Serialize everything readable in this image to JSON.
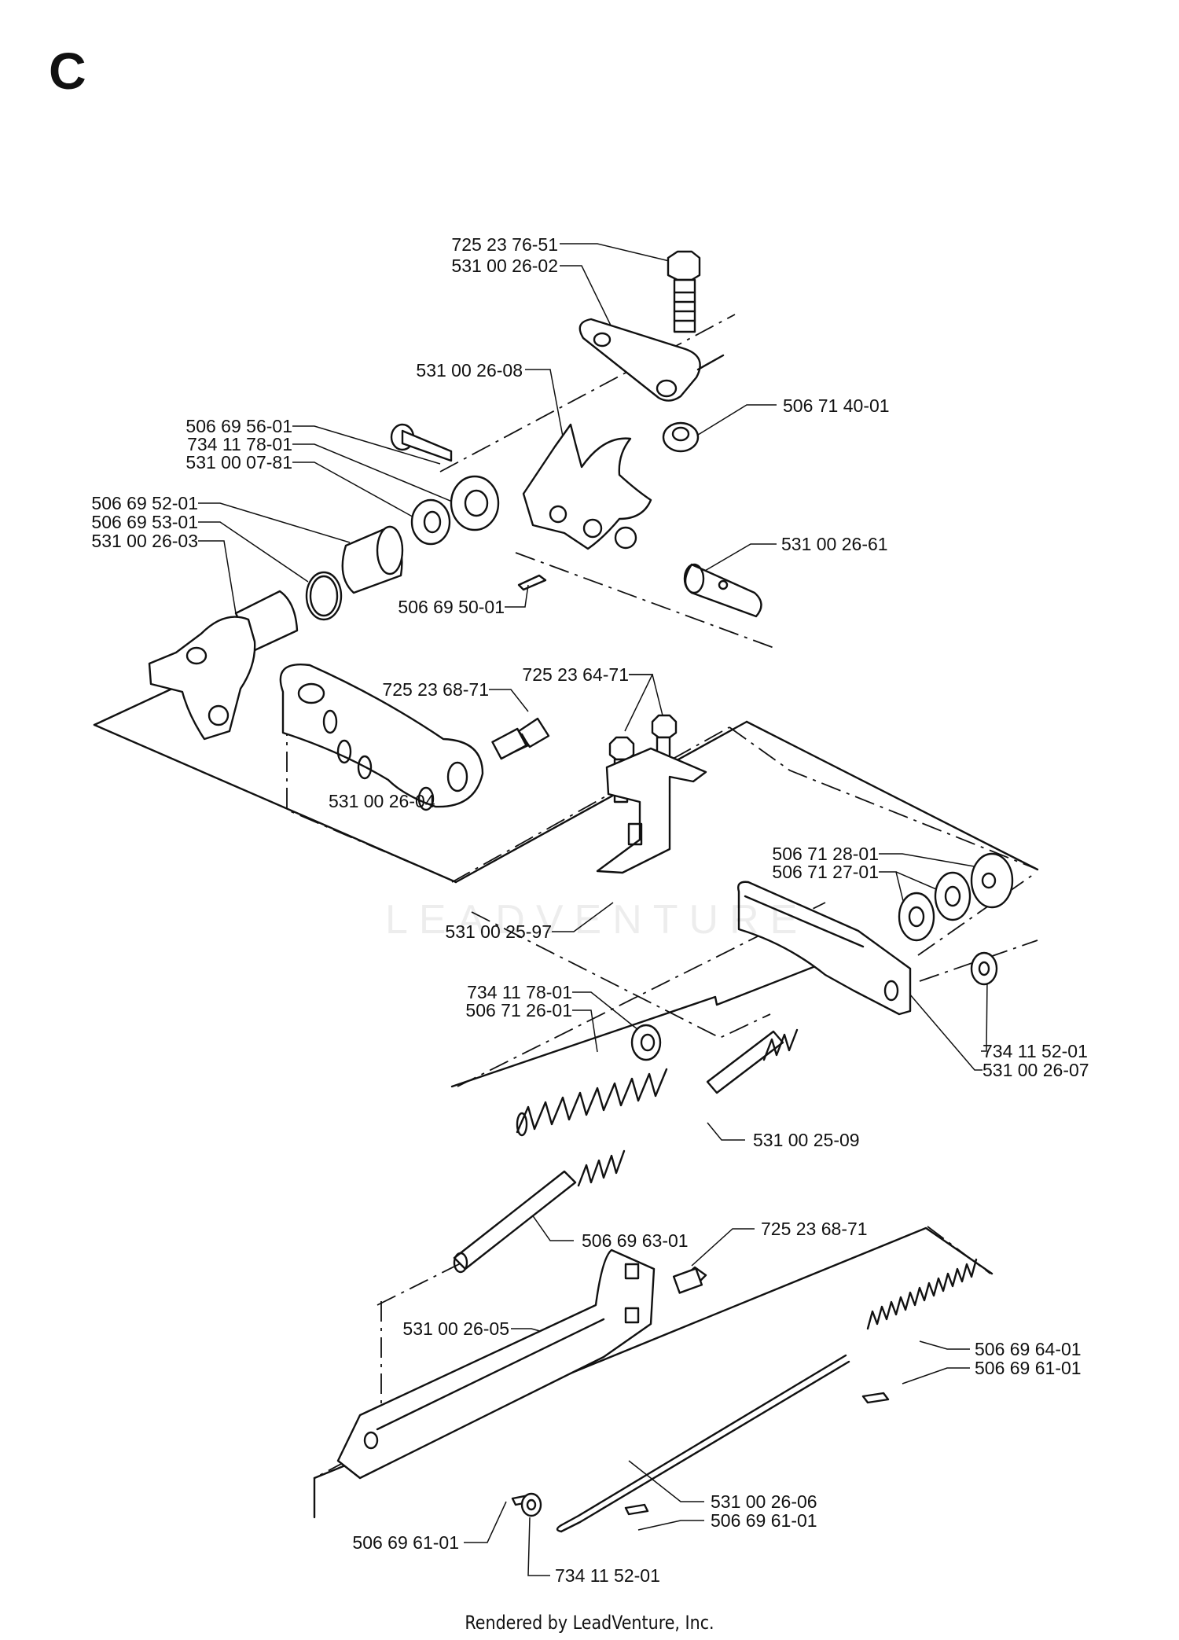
{
  "section_letter": "C",
  "footer": "Rendered by LeadVenture, Inc.",
  "watermark": "LEADVENTURE",
  "part_labels": [
    "725 23 76-51",
    "531 00 26-02",
    "531 00 26-08",
    "506 71 40-01",
    "506 69 56-01",
    "734 11 78-01",
    "531 00 07-81",
    "506 69 52-01",
    "506 69 53-01",
    "531 00 26-03",
    "531 00 26-61",
    "506 69 50-01",
    "725 23 64-71",
    "725 23 68-71",
    "531 00 26-04",
    "506 71 28-01",
    "506 71 27-01",
    "531 00 25-97",
    "734 11 78-01",
    "506 71 26-01",
    "734 11 52-01",
    "531 00 26-07",
    "531 00 25-09",
    "725 23 68-71",
    "506 69 63-01",
    "531 00 26-05",
    "506 69 64-01",
    "506 69 61-01",
    "531 00 26-06",
    "506 69 61-01",
    "506 69 61-01",
    "734 11 52-01"
  ]
}
